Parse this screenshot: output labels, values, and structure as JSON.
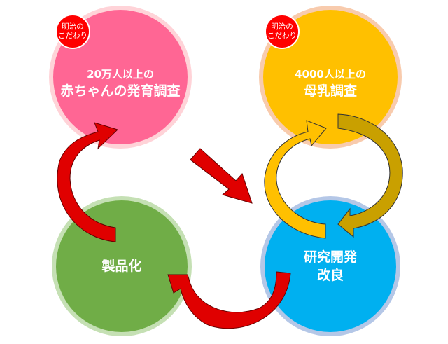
{
  "steps": [
    {
      "line1": "20万人以上の",
      "line2": "赤ちゃんの発育調査",
      "badge": [
        "明治の",
        "こだわり"
      ],
      "color": "#ff6694"
    },
    {
      "line1": "4000人以上の",
      "line2": "母乳調査",
      "badge": [
        "明治の",
        "こだわり"
      ],
      "color": "#ffc000"
    },
    {
      "line1": "研究開発",
      "line2": "改良",
      "color": "#00b0f0"
    },
    {
      "line1": "製品化",
      "color": "#70ad47"
    }
  ],
  "arrow_colors": {
    "red": "#ff0000",
    "gold": "#c9a000"
  }
}
